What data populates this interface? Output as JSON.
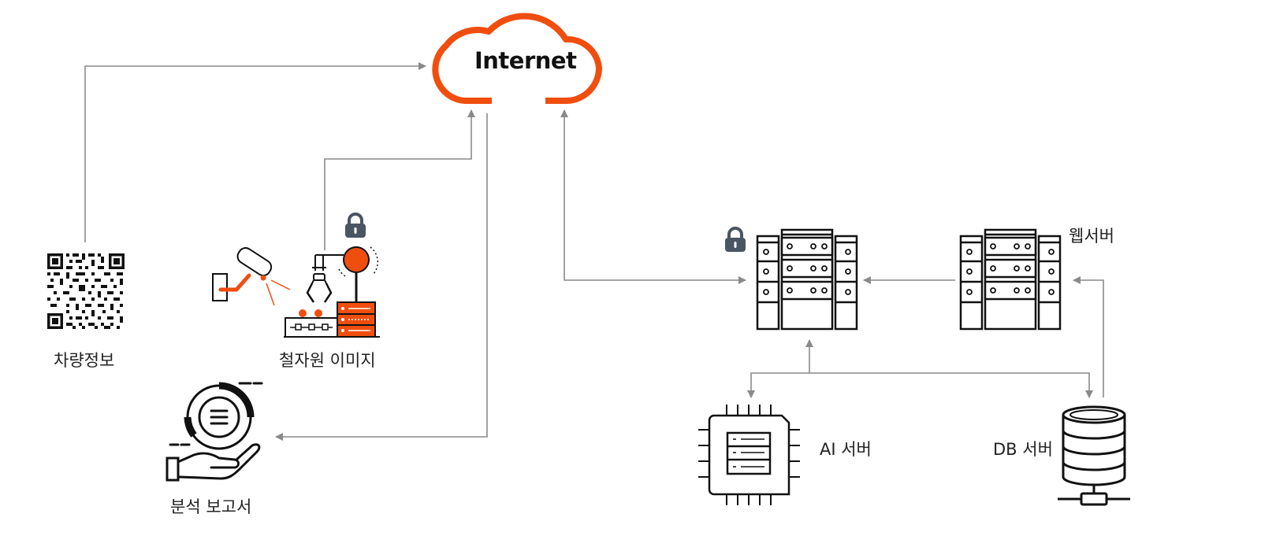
{
  "cloud": {
    "label": "Internet"
  },
  "nodes": {
    "vehicle_info": {
      "label": "차량정보",
      "icon": "qr-code-icon"
    },
    "scrap_image": {
      "label": "철자원 이미지",
      "icon": "camera-robot-arm-icon"
    },
    "analysis_report": {
      "label": "분석 보고서",
      "icon": "hand-report-icon"
    },
    "secure_server": {
      "label": "",
      "icon": "server-rack-icon"
    },
    "web_server": {
      "label": "웹서버",
      "icon": "server-rack-icon"
    },
    "ai_server": {
      "label": "AI 서버",
      "icon": "chip-icon"
    },
    "db_server": {
      "label": "DB 서버",
      "icon": "database-icon"
    }
  },
  "colors": {
    "accent": "#f04e0f",
    "arrow": "#8a8a8a",
    "icon": "#111111",
    "lock": "#4a5563"
  }
}
